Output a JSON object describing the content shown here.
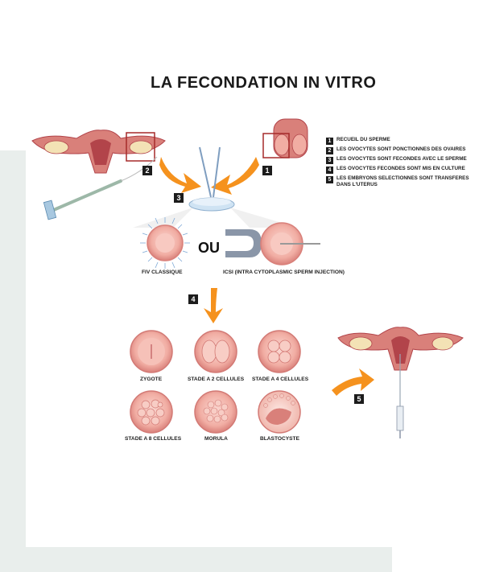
{
  "title": "LA FECONDATION IN VITRO",
  "legend": [
    {
      "num": "1",
      "text": "RECUEIL DU SPERME"
    },
    {
      "num": "2",
      "text": "LES OVOCYTES SONT PONCTIONNES DES OVAIRES"
    },
    {
      "num": "3",
      "text": "LES OVOCYTES SONT FECONDES AVEC LE SPERME"
    },
    {
      "num": "4",
      "text": "LES OVOCYTES FECONDES SONT MIS EN CULTURE"
    },
    {
      "num": "5",
      "text": "LES EMBRYONS SELECTIONNES SONT TRANSFERES DANS L'UTERUS"
    }
  ],
  "steps": {
    "s1": "1",
    "s2": "2",
    "s3": "3",
    "s4": "4",
    "s5": "5"
  },
  "methods": {
    "ou": "OU",
    "classic": "FIV CLASSIQUE",
    "icsi": "ICSI (INTRA CYTOPLASMIC SPERM INJECTION)"
  },
  "stages": {
    "zygote": "ZYGOTE",
    "two": "STADE A 2 CELLULES",
    "four": "STADE A 4 CELLULES",
    "eight": "STADE A 8 CELLULES",
    "morula": "MORULA",
    "blasto": "BLASTOCYSTE"
  },
  "colors": {
    "arrow": "#f5921e",
    "tissue": "#d9807a",
    "tissue_dark": "#b2444a",
    "embryo": "#f2b7ae",
    "embryo_rim": "#d37a75",
    "panel": "#e9eeec"
  }
}
